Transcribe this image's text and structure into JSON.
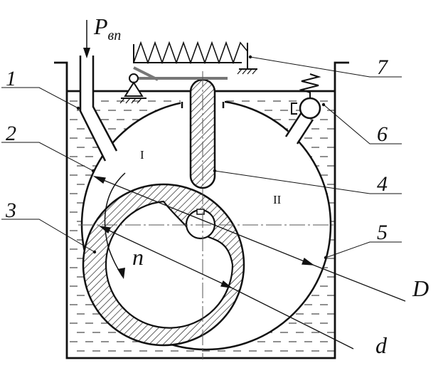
{
  "diagram": {
    "callouts": [
      "1",
      "2",
      "3",
      "4",
      "5",
      "6",
      "7"
    ],
    "dimension_big": "D",
    "dimension_small": "d",
    "rotation": "n",
    "chamber_left": "I",
    "chamber_right": "II",
    "pressure_symbol": "P",
    "pressure_subscript": "вп"
  }
}
